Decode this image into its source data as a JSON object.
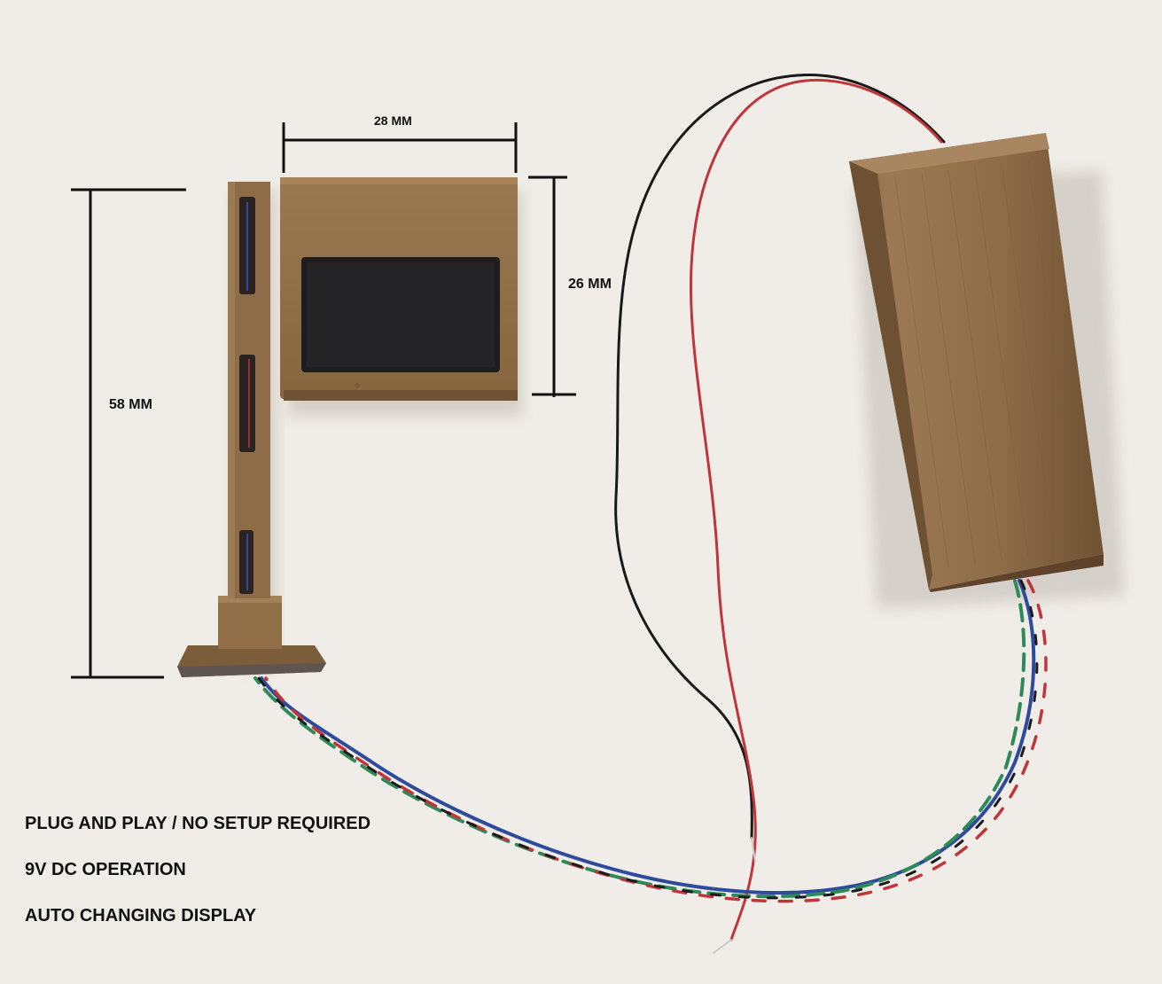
{
  "dimensions": {
    "width": "28 MM",
    "display_height": "26 MM",
    "total_height": "58 MM"
  },
  "features": [
    "PLUG AND PLAY / NO SETUP REQUIRED",
    "9V DC OPERATION",
    "AUTO CHANGING DISPLAY"
  ],
  "colors": {
    "background": "#f0ede8",
    "pla_brown": "#8b6a45",
    "screen": "#1d1d1f",
    "wire_red": "#c0353a",
    "wire_black": "#1a1a1a",
    "wire_green": "#2e8a5a",
    "wire_blue": "#2e4a9a"
  }
}
